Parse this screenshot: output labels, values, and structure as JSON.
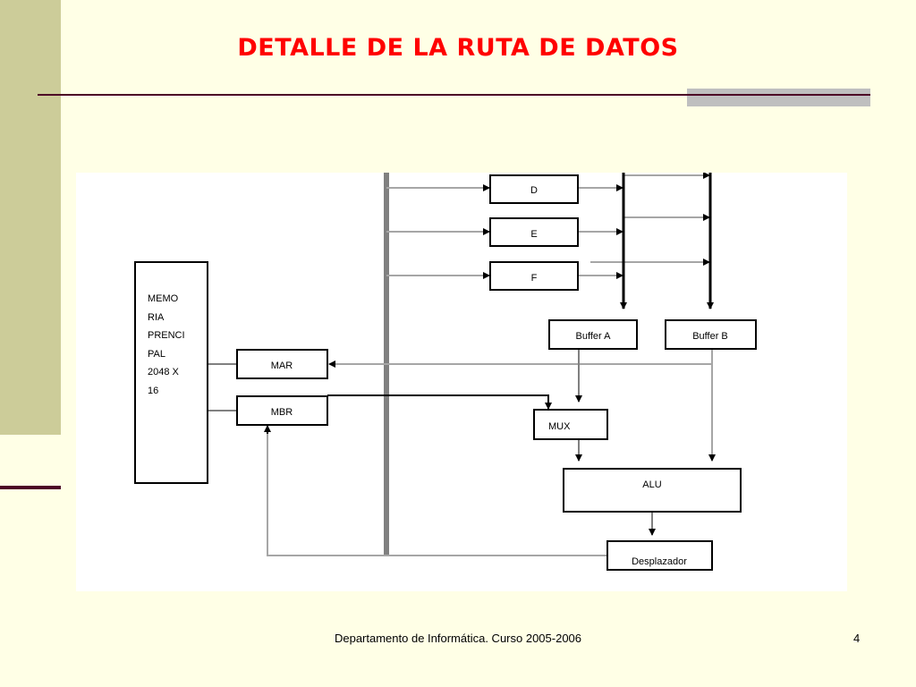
{
  "slide": {
    "title": "DETALLE DE LA RUTA DE DATOS",
    "footer": "Departamento de Informática. Curso 2005-2006",
    "page_number": "4"
  },
  "diagram": {
    "memory_lines": [
      "MEMO",
      "RIA",
      "PRENCI",
      "PAL",
      "2048 X",
      "16"
    ],
    "mar": "MAR",
    "mbr": "MBR",
    "reg_d": "D",
    "reg_e": "E",
    "reg_f": "F",
    "buffer_a": "Buffer A",
    "buffer_b": "Buffer B",
    "mux": "MUX",
    "alu": "ALU",
    "shifter": "Desplazador"
  }
}
